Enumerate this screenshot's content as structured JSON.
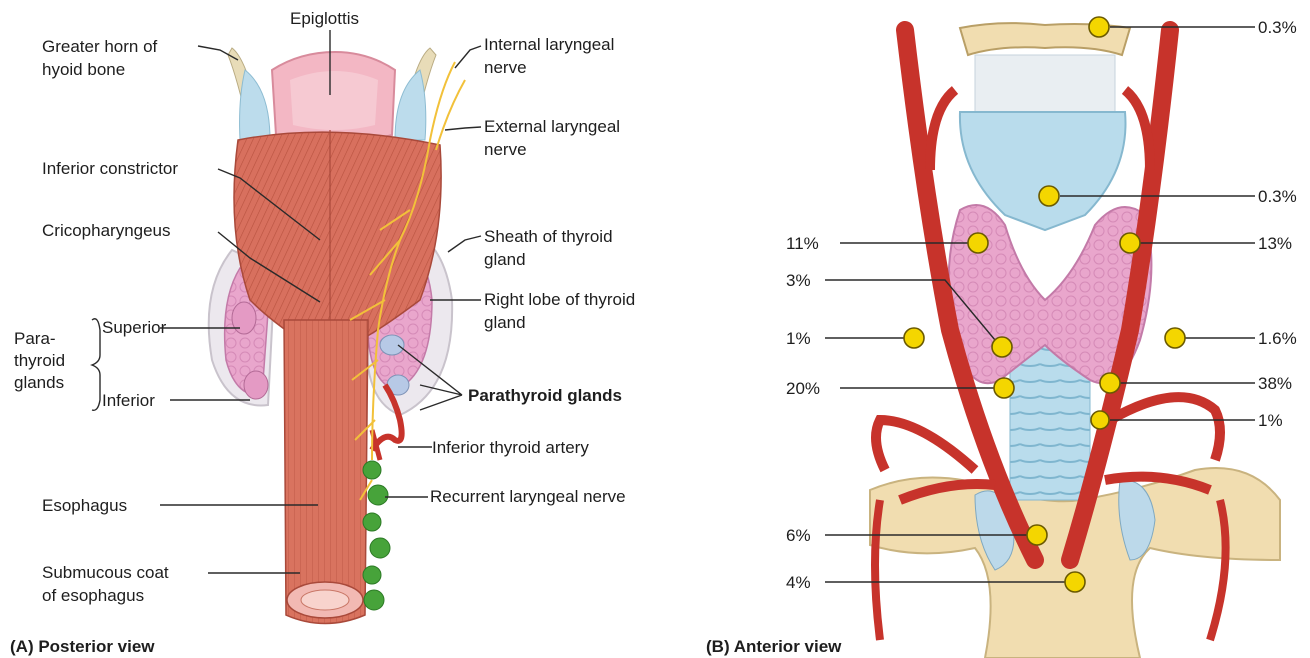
{
  "panel_a": {
    "caption": "(A) Posterior view",
    "labels": {
      "epiglottis": "Epiglottis",
      "greater_horn_1": "Greater horn of",
      "greater_horn_2": "hyoid bone",
      "internal_nerve_1": "Internal laryngeal",
      "internal_nerve_2": "nerve",
      "external_nerve_1": "External laryngeal",
      "external_nerve_2": "nerve",
      "inferior_constrictor": "Inferior constrictor",
      "cricopharyngeus": "Cricopharyngeus",
      "sheath_1": "Sheath of thyroid",
      "sheath_2": "gland",
      "right_lobe_1": "Right lobe of thyroid",
      "right_lobe_2": "gland",
      "para_1": "Para-",
      "para_2": "thyroid",
      "para_3": "glands",
      "superior": "Superior",
      "inferior": "Inferior",
      "parathyroid_glands": "Parathyroid glands",
      "inferior_thyroid_artery": "Inferior thyroid artery",
      "esophagus": "Esophagus",
      "recurrent_nerve": "Recurrent laryngeal nerve",
      "submucous_1": "Submucous coat",
      "submucous_2": "of esophagus"
    }
  },
  "panel_b": {
    "caption": "(B) Anterior view",
    "percents": {
      "top": "0.3%",
      "thyroid_cartilage": "0.3%",
      "left_upper": "11%",
      "right_upper": "13%",
      "left_mid": "3%",
      "left_lateral": "1%",
      "right_lateral": "1.6%",
      "left_lower": "20%",
      "right_lower": "38%",
      "trachea": "1%",
      "mediastinal_upper": "6%",
      "mediastinal_lower": "4%"
    }
  },
  "colors": {
    "muscle": "#d8705e",
    "thyroid": "#e9a6cc",
    "cartilage": "#a9d2e6",
    "artery": "#c7332b",
    "nerve": "#f2c13a",
    "bone": "#f1ddb0",
    "node": "#47a33a",
    "marker": "#f4d600"
  }
}
